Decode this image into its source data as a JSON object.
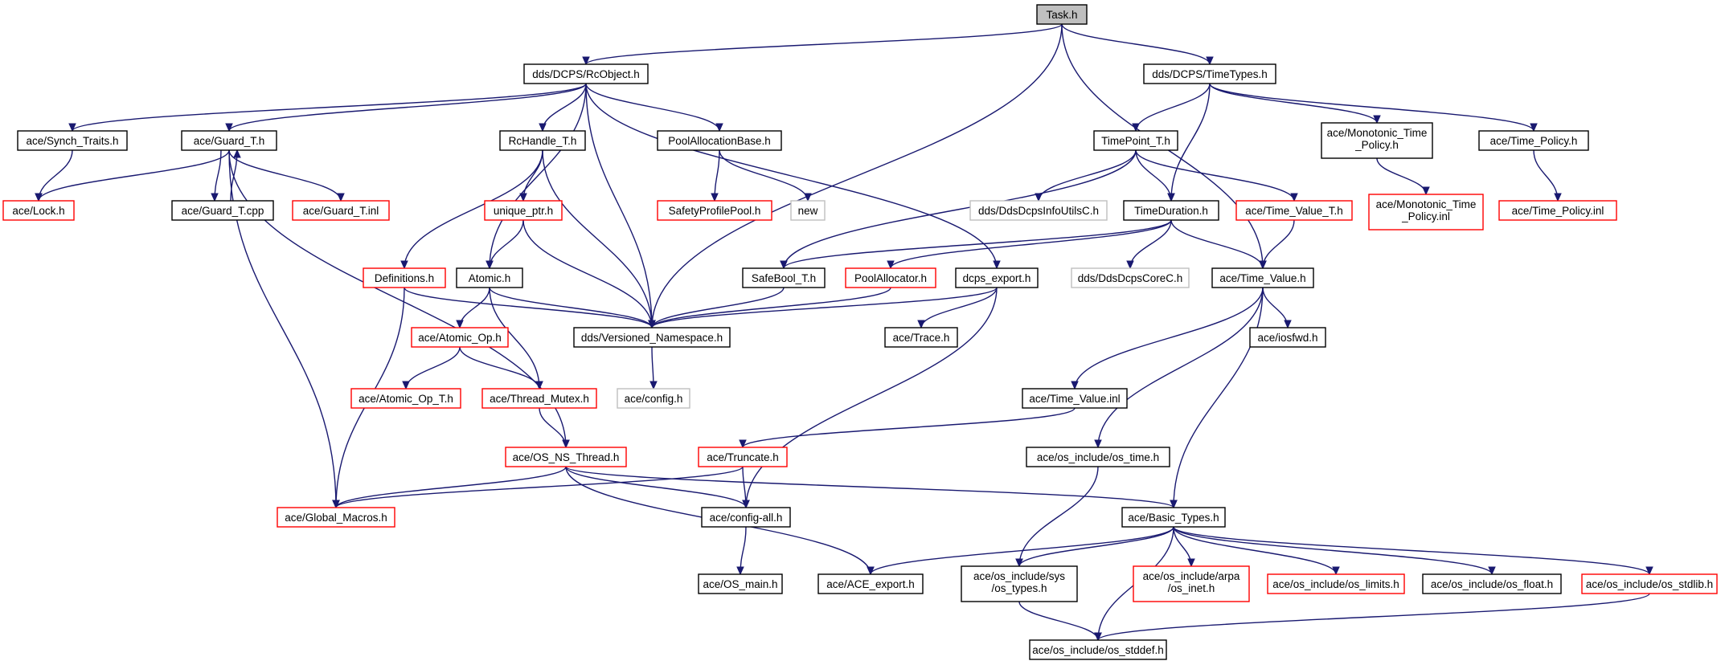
{
  "colors": {
    "edge": "#191970",
    "black_border": "#000000",
    "red_border": "#ff0000",
    "grey_border": "#bfbfbf",
    "root_fill": "#bfbfbf",
    "node_fill": "#ffffff"
  },
  "nodes": [
    {
      "id": "task",
      "label": "Task.h",
      "style": "root"
    },
    {
      "id": "rcobject",
      "label": "dds/DCPS/RcObject.h",
      "style": "black"
    },
    {
      "id": "timetypes",
      "label": "dds/DCPS/TimeTypes.h",
      "style": "black"
    },
    {
      "id": "synch",
      "label": "ace/Synch_Traits.h",
      "style": "black"
    },
    {
      "id": "guard",
      "label": "ace/Guard_T.h",
      "style": "black"
    },
    {
      "id": "rchandle",
      "label": "RcHandle_T.h",
      "style": "black"
    },
    {
      "id": "poolalloc_base",
      "label": "PoolAllocationBase.h",
      "style": "black"
    },
    {
      "id": "timepoint",
      "label": "TimePoint_T.h",
      "style": "black"
    },
    {
      "id": "mono_policy",
      "label": "ace/Monotonic_Time\n_Policy.h",
      "style": "black"
    },
    {
      "id": "time_policy",
      "label": "ace/Time_Policy.h",
      "style": "black"
    },
    {
      "id": "lock",
      "label": "ace/Lock.h",
      "style": "red"
    },
    {
      "id": "guard_cpp",
      "label": "ace/Guard_T.cpp",
      "style": "black"
    },
    {
      "id": "guard_inl",
      "label": "ace/Guard_T.inl",
      "style": "red"
    },
    {
      "id": "unique_ptr",
      "label": "unique_ptr.h",
      "style": "red"
    },
    {
      "id": "safety",
      "label": "SafetyProfilePool.h",
      "style": "red"
    },
    {
      "id": "new",
      "label": "new",
      "style": "grey"
    },
    {
      "id": "infoutils",
      "label": "dds/DdsDcpsInfoUtilsC.h",
      "style": "grey"
    },
    {
      "id": "timeduration",
      "label": "TimeDuration.h",
      "style": "black"
    },
    {
      "id": "time_value_t",
      "label": "ace/Time_Value_T.h",
      "style": "red"
    },
    {
      "id": "mono_inl",
      "label": "ace/Monotonic_Time\n_Policy.inl",
      "style": "red"
    },
    {
      "id": "time_policy_inl",
      "label": "ace/Time_Policy.inl",
      "style": "red"
    },
    {
      "id": "definitions",
      "label": "Definitions.h",
      "style": "red"
    },
    {
      "id": "atomic",
      "label": "Atomic.h",
      "style": "black"
    },
    {
      "id": "safebool",
      "label": "SafeBool_T.h",
      "style": "black"
    },
    {
      "id": "poolallocator",
      "label": "PoolAllocator.h",
      "style": "red"
    },
    {
      "id": "dcps_export",
      "label": "dcps_export.h",
      "style": "black"
    },
    {
      "id": "corec",
      "label": "dds/DdsDcpsCoreC.h",
      "style": "grey"
    },
    {
      "id": "time_value",
      "label": "ace/Time_Value.h",
      "style": "black"
    },
    {
      "id": "versioned",
      "label": "dds/Versioned_Namespace.h",
      "style": "black"
    },
    {
      "id": "atomic_op",
      "label": "ace/Atomic_Op.h",
      "style": "red"
    },
    {
      "id": "trace",
      "label": "ace/Trace.h",
      "style": "black"
    },
    {
      "id": "iosfwd",
      "label": "ace/iosfwd.h",
      "style": "black"
    },
    {
      "id": "config",
      "label": "ace/config.h",
      "style": "grey"
    },
    {
      "id": "atomic_op_t",
      "label": "ace/Atomic_Op_T.h",
      "style": "red"
    },
    {
      "id": "thread_mutex",
      "label": "ace/Thread_Mutex.h",
      "style": "red"
    },
    {
      "id": "time_value_inl",
      "label": "ace/Time_Value.inl",
      "style": "black"
    },
    {
      "id": "os_ns_thread",
      "label": "ace/OS_NS_Thread.h",
      "style": "red"
    },
    {
      "id": "truncate",
      "label": "ace/Truncate.h",
      "style": "red"
    },
    {
      "id": "os_time",
      "label": "ace/os_include/os_time.h",
      "style": "black"
    },
    {
      "id": "global_macros",
      "label": "ace/Global_Macros.h",
      "style": "red"
    },
    {
      "id": "config_all",
      "label": "ace/config-all.h",
      "style": "black"
    },
    {
      "id": "basic_types",
      "label": "ace/Basic_Types.h",
      "style": "black"
    },
    {
      "id": "os_main",
      "label": "ace/OS_main.h",
      "style": "black"
    },
    {
      "id": "ace_export",
      "label": "ace/ACE_export.h",
      "style": "black"
    },
    {
      "id": "sys_types",
      "label": "ace/os_include/sys\n/os_types.h",
      "style": "black"
    },
    {
      "id": "arpa_inet",
      "label": "ace/os_include/arpa\n/os_inet.h",
      "style": "red"
    },
    {
      "id": "os_limits",
      "label": "ace/os_include/os_limits.h",
      "style": "red"
    },
    {
      "id": "os_float",
      "label": "ace/os_include/os_float.h",
      "style": "black"
    },
    {
      "id": "os_stdlib",
      "label": "ace/os_include/os_stdlib.h",
      "style": "red"
    },
    {
      "id": "os_stddef",
      "label": "ace/os_include/os_stddef.h",
      "style": "black"
    }
  ],
  "edges": [
    [
      "task",
      "rcobject"
    ],
    [
      "task",
      "timetypes"
    ],
    [
      "task",
      "versioned"
    ],
    [
      "task",
      "time_value"
    ],
    [
      "rcobject",
      "synch"
    ],
    [
      "rcobject",
      "guard"
    ],
    [
      "rcobject",
      "rchandle"
    ],
    [
      "rcobject",
      "poolalloc_base"
    ],
    [
      "rcobject",
      "atomic"
    ],
    [
      "rcobject",
      "versioned"
    ],
    [
      "rcobject",
      "dcps_export"
    ],
    [
      "timetypes",
      "timepoint"
    ],
    [
      "timetypes",
      "timeduration"
    ],
    [
      "timetypes",
      "mono_policy"
    ],
    [
      "timetypes",
      "time_policy"
    ],
    [
      "synch",
      "lock"
    ],
    [
      "guard",
      "lock"
    ],
    [
      "guard",
      "guard_cpp"
    ],
    [
      "guard",
      "guard_inl"
    ],
    [
      "guard",
      "os_ns_thread"
    ],
    [
      "guard",
      "global_macros"
    ],
    [
      "guard_cpp",
      "guard"
    ],
    [
      "rchandle",
      "unique_ptr"
    ],
    [
      "rchandle",
      "definitions"
    ],
    [
      "rchandle",
      "versioned"
    ],
    [
      "poolalloc_base",
      "safety"
    ],
    [
      "poolalloc_base",
      "new"
    ],
    [
      "timepoint",
      "infoutils"
    ],
    [
      "timepoint",
      "timeduration"
    ],
    [
      "timepoint",
      "time_value_t"
    ],
    [
      "timepoint",
      "safebool"
    ],
    [
      "mono_policy",
      "mono_inl"
    ],
    [
      "time_policy",
      "time_policy_inl"
    ],
    [
      "unique_ptr",
      "atomic"
    ],
    [
      "unique_ptr",
      "versioned"
    ],
    [
      "timeduration",
      "safebool"
    ],
    [
      "timeduration",
      "poolallocator"
    ],
    [
      "timeduration",
      "corec"
    ],
    [
      "timeduration",
      "time_value"
    ],
    [
      "time_value_t",
      "time_value"
    ],
    [
      "definitions",
      "versioned"
    ],
    [
      "definitions",
      "global_macros"
    ],
    [
      "atomic",
      "versioned"
    ],
    [
      "atomic",
      "atomic_op"
    ],
    [
      "atomic",
      "thread_mutex"
    ],
    [
      "safebool",
      "versioned"
    ],
    [
      "poolallocator",
      "versioned"
    ],
    [
      "dcps_export",
      "versioned"
    ],
    [
      "dcps_export",
      "trace"
    ],
    [
      "dcps_export",
      "config_all"
    ],
    [
      "time_value",
      "iosfwd"
    ],
    [
      "time_value",
      "time_value_inl"
    ],
    [
      "time_value",
      "os_time"
    ],
    [
      "time_value",
      "basic_types"
    ],
    [
      "versioned",
      "config"
    ],
    [
      "atomic_op",
      "atomic_op_t"
    ],
    [
      "atomic_op",
      "thread_mutex"
    ],
    [
      "thread_mutex",
      "os_ns_thread"
    ],
    [
      "time_value_inl",
      "truncate"
    ],
    [
      "os_ns_thread",
      "global_macros"
    ],
    [
      "os_ns_thread",
      "config_all"
    ],
    [
      "os_ns_thread",
      "ace_export"
    ],
    [
      "os_ns_thread",
      "basic_types"
    ],
    [
      "truncate",
      "global_macros"
    ],
    [
      "truncate",
      "config_all"
    ],
    [
      "os_time",
      "sys_types"
    ],
    [
      "config_all",
      "os_main"
    ],
    [
      "basic_types",
      "ace_export"
    ],
    [
      "basic_types",
      "sys_types"
    ],
    [
      "basic_types",
      "arpa_inet"
    ],
    [
      "basic_types",
      "os_limits"
    ],
    [
      "basic_types",
      "os_float"
    ],
    [
      "basic_types",
      "os_stdlib"
    ],
    [
      "basic_types",
      "os_stddef"
    ],
    [
      "sys_types",
      "os_stddef"
    ],
    [
      "os_stdlib",
      "os_stddef"
    ]
  ]
}
